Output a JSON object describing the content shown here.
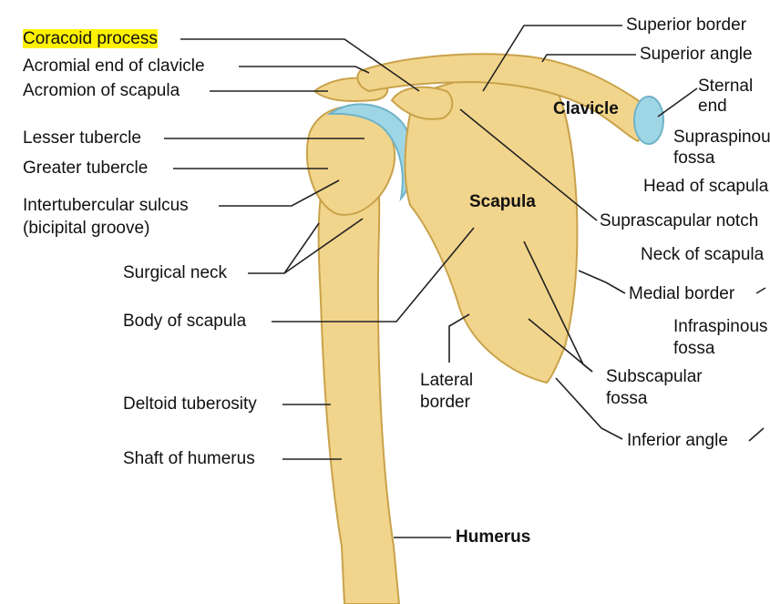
{
  "labels": {
    "coracoid_process": "Coracoid process",
    "acromial_end": "Acromial end of clavicle",
    "acromion": "Acromion of scapula",
    "lesser_tubercle": "Lesser tubercle",
    "greater_tubercle": "Greater tubercle",
    "intertubercular_1": "Intertubercular sulcus",
    "intertubercular_2": "(bicipital groove)",
    "surgical_neck": "Surgical neck",
    "body_scapula": "Body of scapula",
    "deltoid_tuberosity": "Deltoid tuberosity",
    "shaft_humerus": "Shaft of humerus",
    "humerus": "Humerus",
    "superior_border": "Superior border",
    "superior_angle": "Superior angle",
    "clavicle": "Clavicle",
    "sternal_end_1": "Sternal",
    "sternal_end_2": "end",
    "supraspinous_1": "Supraspinous",
    "supraspinous_2": "fossa",
    "head_scapula": "Head of scapula",
    "scapula": "Scapula",
    "suprascapular_notch": "Suprascapular notch",
    "neck_scapula": "Neck of scapula",
    "medial_border": "Medial border",
    "infraspinous_1": "Infraspinous",
    "infraspinous_2": "fossa",
    "lateral_border_1": "Lateral",
    "lateral_border_2": "border",
    "subscapular_1": "Subscapular",
    "subscapular_2": "fossa",
    "inferior_angle": "Inferior angle"
  },
  "colors": {
    "bone": "#f2d58c",
    "bone_shadow": "#c9a24a",
    "cartilage": "#9fd6e6",
    "highlight": "#fff200",
    "leader_line": "#222222"
  }
}
